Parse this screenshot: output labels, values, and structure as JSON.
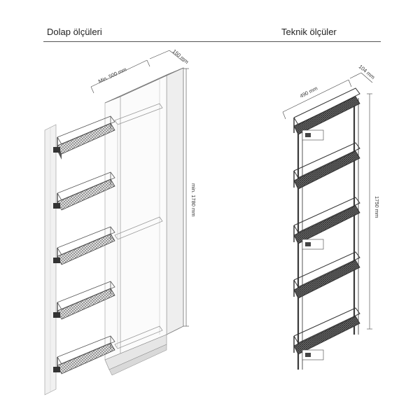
{
  "headings": {
    "cabinet_dimensions": "Dolap ölçüleri",
    "technical_dimensions": "Teknik ölçüler"
  },
  "cabinet_dims": {
    "depth_label": "Min. 500 mm",
    "width_label": "150 mm",
    "height_label": "min. 1780 mm"
  },
  "unit_dims": {
    "depth_label": "490 mm",
    "width_label": "104 mm",
    "height_label": "1750 mm"
  },
  "colors": {
    "line": "#555555",
    "basket_dark": "#3a3a3a",
    "basket_mid": "#6a6a6a",
    "panel_fill": "#f3f3f3"
  }
}
